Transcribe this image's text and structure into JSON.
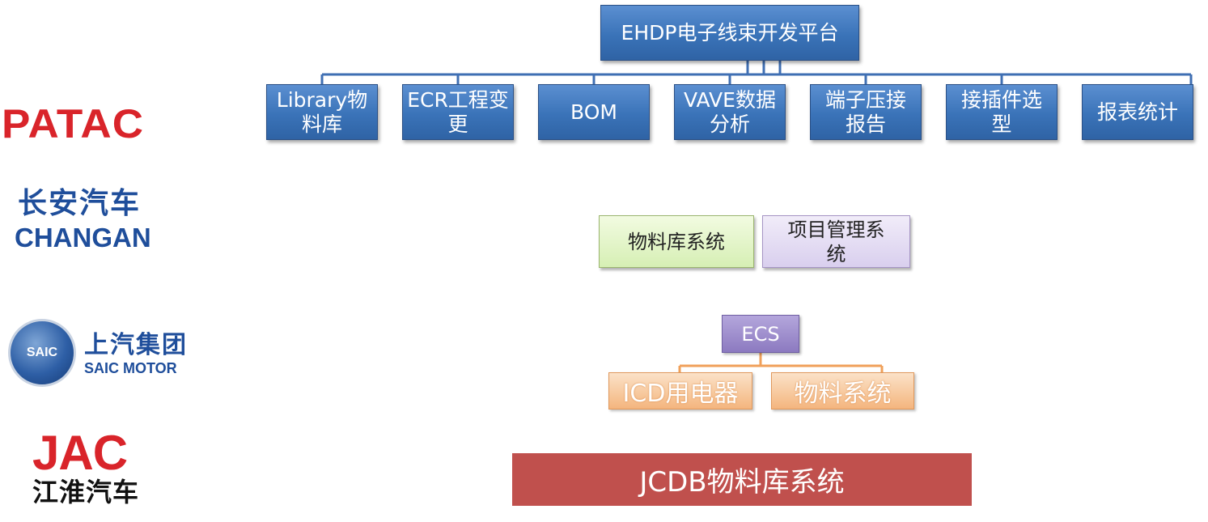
{
  "logos": {
    "patac": "PATAC",
    "changan_cn": "长安汽车",
    "changan_en": "CHANGAN",
    "saic_seal": "SAIC",
    "saic_cn": "上汽集团",
    "saic_en": "SAIC MOTOR",
    "jac_en": "JAC",
    "jac_cn": "江淮汽车"
  },
  "ehdp": {
    "root": "EHDP电子线束开发平台",
    "children": [
      [
        "Library物",
        "料库"
      ],
      [
        "ECR工程变",
        "更"
      ],
      [
        "BOM"
      ],
      [
        "VAVE数据",
        "分析"
      ],
      [
        "端子压接",
        "报告"
      ],
      [
        "接插件选",
        "型"
      ],
      [
        "报表统计"
      ]
    ]
  },
  "changan_systems": {
    "material": "物料库系统",
    "project": [
      "项目管理系",
      "统"
    ]
  },
  "saic_systems": {
    "root": "ECS",
    "children": [
      "ICD用电器",
      "物料系统"
    ]
  },
  "jac_system": "JCDB物料库系统",
  "colors": {
    "blue": "#3a73b8",
    "connector_blue": "#3f6fb3",
    "connector_orange": "#f0a05a",
    "red": "#c0504d",
    "patac_red": "#d9242a",
    "brand_blue": "#1f4e9b"
  }
}
